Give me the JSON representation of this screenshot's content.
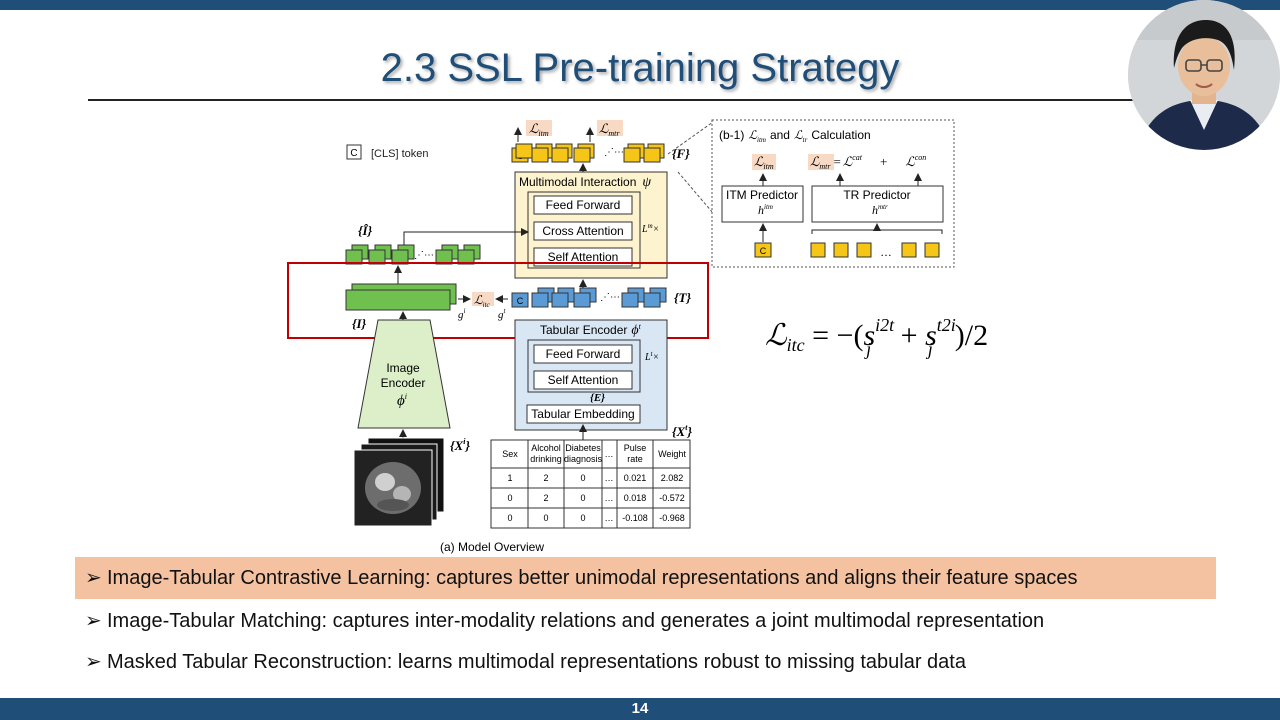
{
  "slide": {
    "title": "2.3 SSL Pre-training Strategy",
    "page_number": "14"
  },
  "diagram": {
    "cls_legend_icon": "C",
    "cls_legend_label": "[CLS] token",
    "top_losses": {
      "itm": "ℒ",
      "itm_sub": "itm",
      "mtr": "ℒ",
      "mtr_sub": "mtr"
    },
    "features_F": "{F}",
    "multimodal_block": {
      "title": "Multimodal Interaction",
      "symbol": "ψ",
      "repeat": "L",
      "repeat_sup": "m",
      "repeat_x": "×",
      "layers": [
        "Feed Forward",
        "Cross Attention",
        "Self Attention"
      ]
    },
    "image_tokens_hat": "{Î}",
    "image_tokens": "{I}",
    "tabular_tokens": "{T}",
    "itc_loss": {
      "symbol": "ℒ",
      "sub": "itc"
    },
    "proj_image": {
      "symbol": "g",
      "sup": "i"
    },
    "proj_tab": {
      "symbol": "g",
      "sup": "t"
    },
    "image_encoder": {
      "line1": "Image",
      "line2": "Encoder",
      "symbol": "ϕ",
      "sup": "i"
    },
    "tabular_encoder": {
      "title": "Tabular  Encoder",
      "symbol": "ϕ",
      "sup": "t",
      "repeat": "L",
      "repeat_sup": "t",
      "repeat_x": "×",
      "layers": [
        "Feed Forward",
        "Self Attention"
      ],
      "embedding": "Tabular Embedding",
      "embedding_out": "{E}"
    },
    "image_input": {
      "symbol": "{X",
      "sup": "i",
      "close": "}"
    },
    "tab_input": {
      "symbol": "{X",
      "sup": "t",
      "close": "}"
    },
    "table": {
      "headers": [
        [
          "Sex"
        ],
        [
          "Alcohol",
          "drinking"
        ],
        [
          "Diabetes",
          "diagnosis"
        ],
        [
          "…"
        ],
        [
          "Pulse",
          "rate"
        ],
        [
          "Weight"
        ]
      ],
      "rows": [
        [
          "1",
          "2",
          "0",
          "…",
          "0.021",
          "2.082"
        ],
        [
          "0",
          "2",
          "0",
          "…",
          "0.018",
          "-0.572"
        ],
        [
          "0",
          "0",
          "0",
          "…",
          "-0.108",
          "-0.968"
        ]
      ]
    },
    "overview_caption": "(a) Model Overview",
    "inset": {
      "title_prefix": "(b-1)",
      "title_loss1": "ℒ",
      "title_loss1_sub": "itm",
      "title_and": "and",
      "title_loss2": "ℒ",
      "title_loss2_sub": "tr",
      "title_suffix": "Calculation",
      "loss_itm": "ℒ",
      "loss_itm_sub": "itm",
      "loss_mtr": "ℒ",
      "loss_mtr_sub": "mtr",
      "equals": "=",
      "loss_cat": "ℒ",
      "loss_cat_sup": "cat",
      "plus": "+",
      "loss_con": "ℒ",
      "loss_con_sup": "con",
      "itm_predictor": "ITM  Predictor",
      "itm_head": "h",
      "itm_head_sup": "itm",
      "tr_predictor": "TR Predictor",
      "tr_head": "h",
      "tr_head_sup": "mtr",
      "cls_icon": "C",
      "ellipsis": "…"
    },
    "equation": {
      "lhs": "ℒ",
      "lhs_sub": "itc",
      "eq": " = −(",
      "s1": "s",
      "s1_sup": "i2t",
      "s1_sub": "j",
      "plus": " + ",
      "s2": "s",
      "s2_sup": "t2i",
      "s2_sub": "j",
      "tail": ")/2"
    },
    "colors": {
      "green": "#70c050",
      "blue": "#5b9bd5",
      "yellow": "#f5c518",
      "highlight_box": "#c00000",
      "encoder_fill": "#dcefc8",
      "tab_encoder_fill": "#d9e7f5",
      "mm_fill": "#fdf3cf",
      "title_blue": "#1f4e79",
      "bullet_highlight": "#f4c2a0"
    }
  },
  "bullets": [
    {
      "marker": "➢",
      "text": "Image-Tabular Contrastive Learning: captures better unimodal representations and aligns their feature spaces",
      "highlighted": true
    },
    {
      "marker": "➢",
      "text": "Image-Tabular Matching: captures inter-modality relations and generates a joint multimodal representation",
      "highlighted": false
    },
    {
      "marker": "➢",
      "text": "Masked Tabular Reconstruction: learns multimodal representations robust to missing tabular data",
      "highlighted": false
    }
  ]
}
